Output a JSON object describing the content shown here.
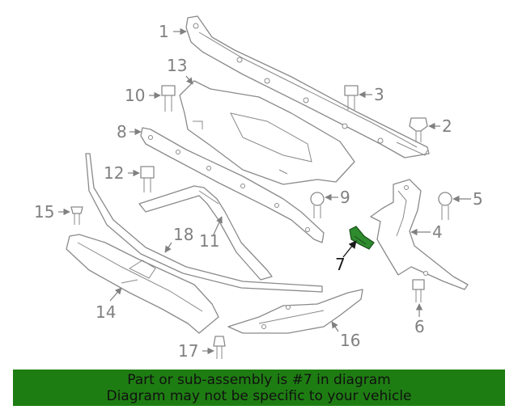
{
  "callouts": [
    "1",
    "2",
    "3",
    "4",
    "5",
    "6",
    "7",
    "8",
    "9",
    "10",
    "11",
    "12",
    "13",
    "14",
    "15",
    "16",
    "17",
    "18"
  ],
  "highlighted_part": "7",
  "banner": {
    "line1": "Part or sub-assembly is #7 in diagram",
    "line2": "Diagram may not be specific to your vehicle"
  },
  "colors": {
    "banner_bg": "#1e7d12",
    "highlight_fill": "#2e8b2e",
    "line_gray": "#8a8a8a"
  }
}
